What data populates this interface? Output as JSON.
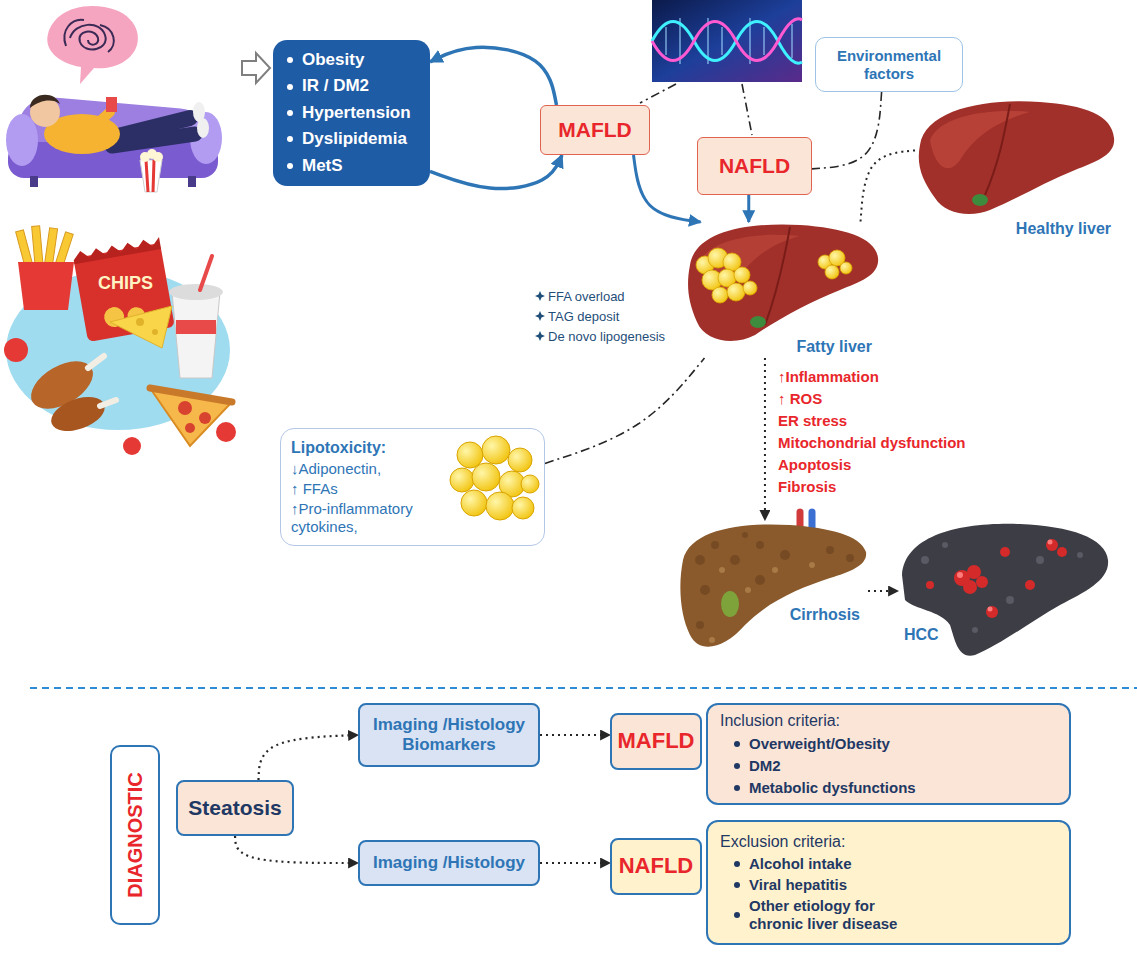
{
  "diagram": {
    "nodes": [
      {
        "text": [
          "Obesity",
          "IR / DM2",
          "Hypertension",
          "Dyslipidemia",
          "MetS"
        ]
      },
      {
        "text": [
          "MAFLD"
        ]
      },
      {
        "text": [
          "Environmental factors"
        ]
      },
      {
        "text": [
          "NAFLD"
        ]
      },
      {
        "text": [
          "Healthy liver"
        ]
      },
      {
        "text": [
          "Fatty liver"
        ]
      },
      {
        "text": [
          "Lipotoxicity:",
          "↓Adiponectin,",
          "↑ FFAs",
          "↑Pro-inflammatory cytokines,"
        ]
      },
      {
        "text": [
          "Cirrhosis"
        ]
      },
      {
        "text": [
          "HCC"
        ]
      },
      {
        "text": [
          "DIAGNOSTIC"
        ]
      },
      {
        "text": [
          "Steatosis"
        ]
      },
      {
        "text": [
          "Imaging /Histology Biomarkers"
        ]
      },
      {
        "text": [
          "MAFLD"
        ]
      },
      {
        "text": [
          "Inclusion criteria:",
          "Overweight/Obesity",
          "DM2",
          "Metabolic dysfunctions"
        ]
      },
      {
        "text": [
          "Imaging /Histology"
        ]
      },
      {
        "text": [
          "NAFLD"
        ]
      },
      {
        "text": [
          "Exclusion criteria:",
          "Alcohol intake",
          "Viral hepatitis",
          "Other etiology for chronic liver disease"
        ]
      }
    ],
    "edges": [
      {
        "from": 0,
        "to": 1,
        "arrow": "to"
      },
      {
        "from": 1,
        "to": 0,
        "arrow": "to"
      },
      {
        "from": 1,
        "to": 5,
        "arrow": "to"
      },
      {
        "from": 2,
        "to": 3,
        "arrow": "none"
      },
      {
        "from": 3,
        "to": 5,
        "arrow": "to"
      },
      {
        "from": 4,
        "to": 5,
        "arrow": "none"
      },
      {
        "from": 6,
        "to": 5,
        "arrow": "none"
      },
      {
        "from": 5,
        "to": 7,
        "arrow": "to"
      },
      {
        "from": 7,
        "to": 8,
        "arrow": "to"
      },
      {
        "from": 10,
        "to": 11,
        "arrow": "to"
      },
      {
        "from": 10,
        "to": 14,
        "arrow": "to"
      },
      {
        "from": 11,
        "to": 12,
        "arrow": "to"
      },
      {
        "from": 14,
        "to": 15,
        "arrow": "to"
      }
    ],
    "labels": [
      "CHIPS",
      "FFA overload",
      "TAG deposit",
      "De novo lipogenesis",
      "↑Inflammation",
      "↑ ROS",
      "ER stress",
      "Mitochondrial dysfunction",
      "Apoptosis",
      "Fibrosis"
    ]
  }
}
